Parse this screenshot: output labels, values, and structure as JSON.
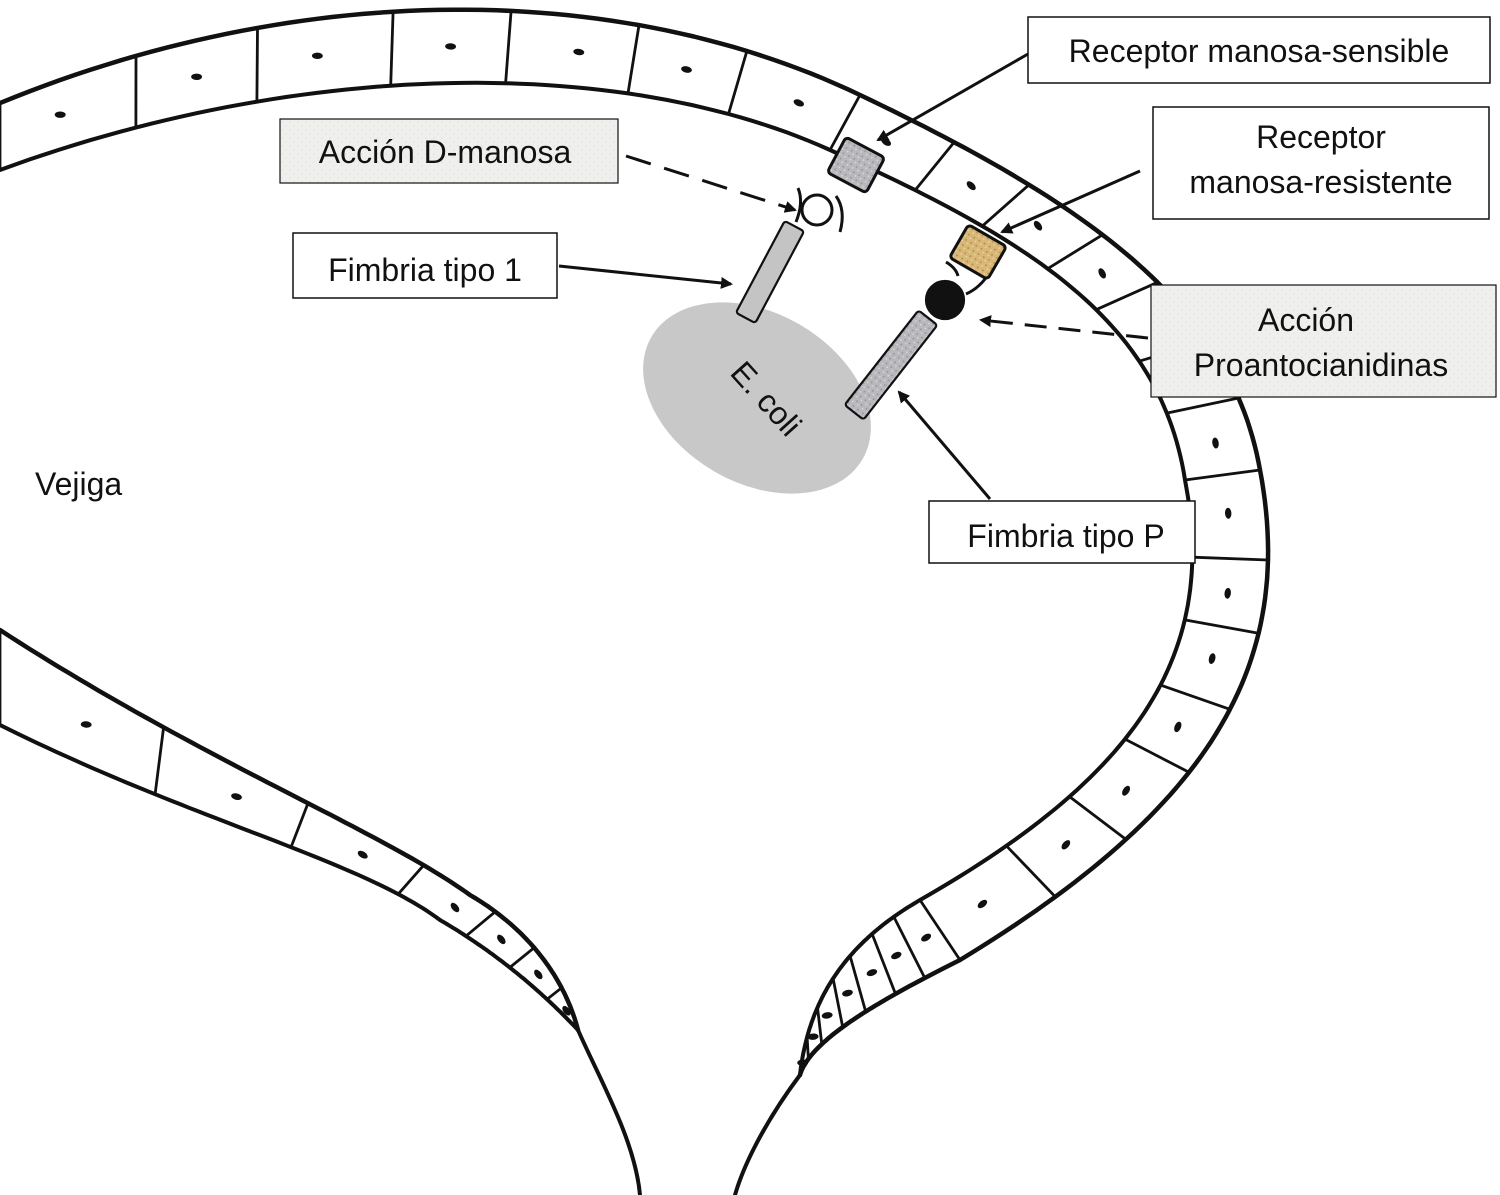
{
  "labels": {
    "receptor_sensible": "Receptor manosa-sensible",
    "accion_dmanosa": "Acción D-manosa",
    "receptor_resistente_line1": "Receptor",
    "receptor_resistente_line2": "manosa-resistente",
    "fimbria_tipo1": "Fimbria tipo 1",
    "accion_proanto_line1": "Acción",
    "accion_proanto_line2": "Proantocianidinas",
    "ecoli": "E. coli",
    "fimbria_tipoP": "Fimbria tipo P",
    "vejiga": "Vejiga"
  },
  "colors": {
    "stroke": "#111111",
    "ecoli_fill": "#c8c8c8",
    "fimbria1_fill": "#c4c4c4",
    "receptor_sensible_fill": "#b9b9bd",
    "receptor_resistente_fill": "#d9b777",
    "ligand_resistente_fill": "#111111",
    "ligand_sensible_fill": "#ffffff",
    "shaded_box_fill": "#efefed"
  }
}
